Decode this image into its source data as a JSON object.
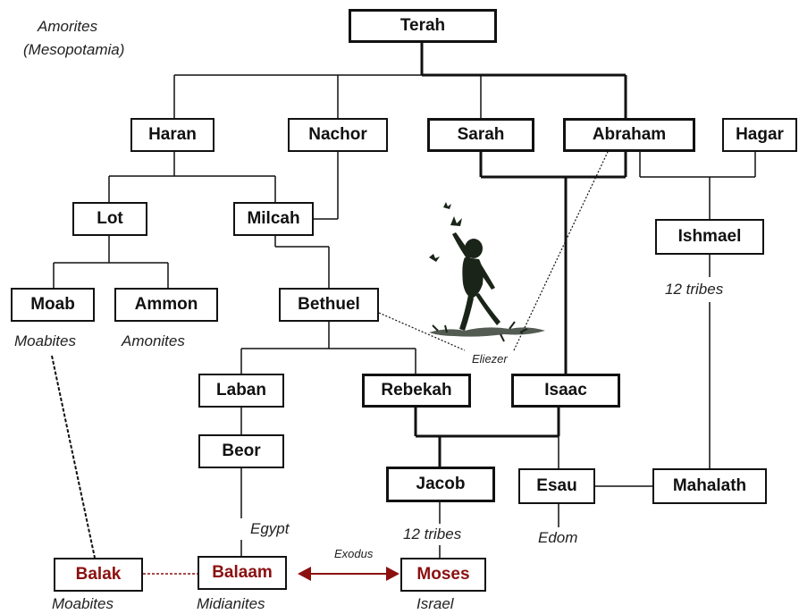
{
  "region_label": {
    "line1": "Amorites",
    "line2": "(Mesopotamia)"
  },
  "nodes": {
    "terah": "Terah",
    "haran": "Haran",
    "nachor": "Nachor",
    "sarah": "Sarah",
    "abraham": "Abraham",
    "hagar": "Hagar",
    "lot": "Lot",
    "milcah": "Milcah",
    "ishmael": "Ishmael",
    "moab": "Moab",
    "ammon": "Ammon",
    "bethuel": "Bethuel",
    "laban": "Laban",
    "rebekah": "Rebekah",
    "isaac": "Isaac",
    "beor": "Beor",
    "jacob": "Jacob",
    "esau": "Esau",
    "mahalath": "Mahalath",
    "balak": "Balak",
    "balaam": "Balaam",
    "moses": "Moses"
  },
  "labels": {
    "moabites_top": "Moabites",
    "amonites": "Amonites",
    "ishmael_tribes": "12 tribes",
    "eliezer": "Eliezer",
    "egypt": "Egypt",
    "jacob_tribes": "12 tribes",
    "edom": "Edom",
    "exodus": "Exodus",
    "moabites_bottom": "Moabites",
    "midianites": "Midianites",
    "israel": "Israel"
  },
  "colors": {
    "line": "#111111",
    "highlight": "#8b1010"
  },
  "icons": {
    "child": "child-reaching-for-birds-silhouette"
  }
}
